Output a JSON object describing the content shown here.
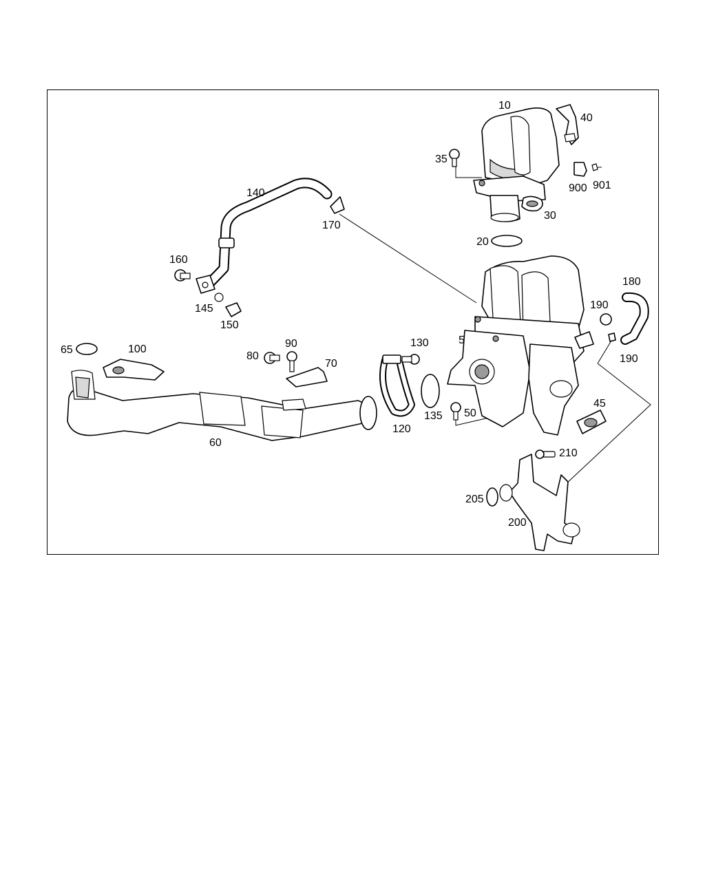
{
  "diagram": {
    "part_numbers": [
      "5",
      "10",
      "20",
      "30",
      "35",
      "40",
      "45",
      "50",
      "60",
      "65",
      "70",
      "80",
      "90",
      "100",
      "120",
      "130",
      "135",
      "140",
      "145",
      "150",
      "160",
      "170",
      "180",
      "190",
      "190",
      "200",
      "205",
      "210",
      "900",
      "901"
    ]
  }
}
